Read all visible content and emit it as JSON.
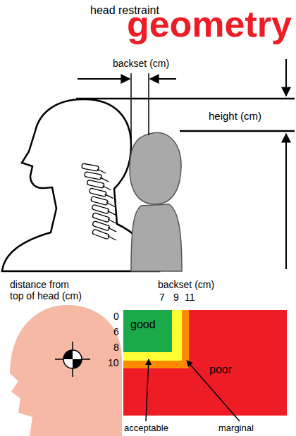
{
  "diagram": {
    "title": "geometry",
    "nodes": [
      {
        "text": [
          "poor"
        ]
      },
      {
        "text": [
          "good"
        ],
        "in": 0
      }
    ],
    "labels": [
      "head restraint",
      "backset (cm)",
      "height (cm)",
      "distance from top of head (cm)",
      "backset (cm)",
      "7",
      "9",
      "11",
      "0",
      "6",
      "8",
      "10",
      "acceptable",
      "marginal"
    ]
  }
}
